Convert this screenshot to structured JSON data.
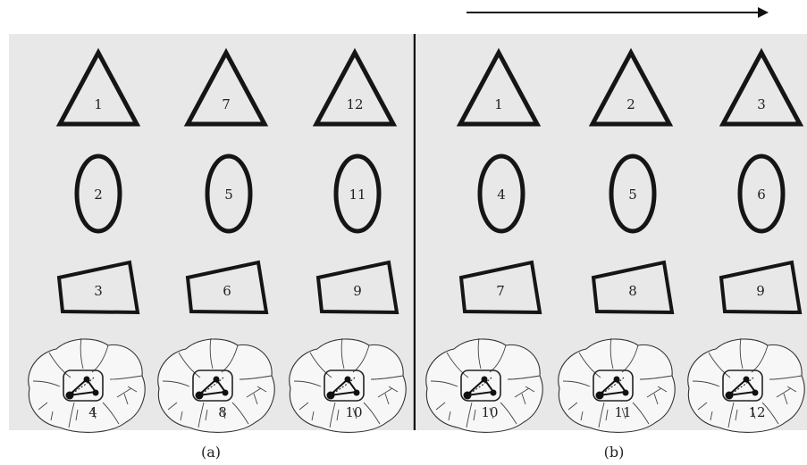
{
  "panels": [
    {
      "caption": "(a)",
      "columns": [
        {
          "triangle": "1",
          "ellipse": "2",
          "trapezoid": "3",
          "tooth": "4"
        },
        {
          "triangle": "7",
          "ellipse": "5",
          "trapezoid": "6",
          "tooth": "8"
        },
        {
          "triangle": "12",
          "ellipse": "11",
          "trapezoid": "9",
          "tooth": "10"
        }
      ]
    },
    {
      "caption": "(b)",
      "columns": [
        {
          "triangle": "1",
          "ellipse": "4",
          "trapezoid": "7",
          "tooth": "10"
        },
        {
          "triangle": "2",
          "ellipse": "5",
          "trapezoid": "8",
          "tooth": "11"
        },
        {
          "triangle": "3",
          "ellipse": "6",
          "trapezoid": "9",
          "tooth": "12"
        }
      ]
    }
  ],
  "colors": {
    "panel_background": "#e8e8e8",
    "stroke": "#151515"
  }
}
